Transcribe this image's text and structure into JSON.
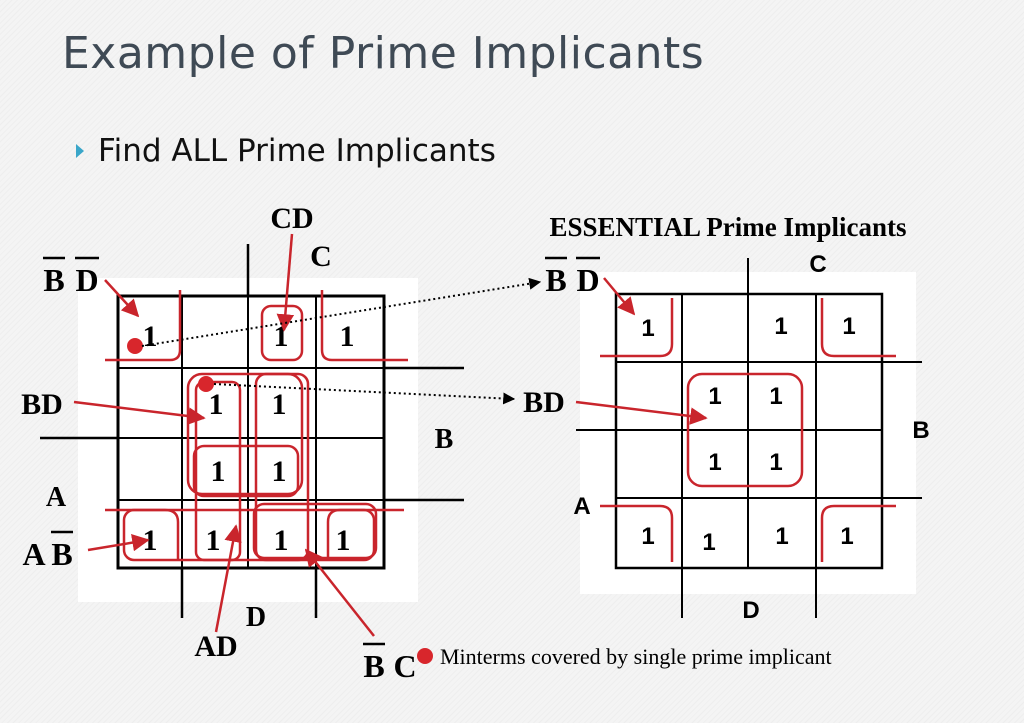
{
  "title": "Example of Prime Implicants",
  "bullet": "Find ALL Prime Implicants",
  "colors": {
    "red": "#c9252c",
    "dot": "#d8262c",
    "bullet": "#3aa6c9",
    "title": "#3f4a55"
  },
  "left_map": {
    "header_cd": "CD",
    "var_c": "C",
    "var_b": "B",
    "var_a": "A",
    "var_d": "D",
    "cells": {
      "r0c0": "1",
      "r0c2": "1",
      "r0c3": "1",
      "r1c1": "1",
      "r1c2": "1",
      "r2c1": "1",
      "r2c2": "1",
      "r3c0": "1",
      "r3c1": "1",
      "r3c2": "1",
      "r3c3": "1"
    },
    "labels": {
      "bd_bar_b": "B",
      "bd_bar_d": "D",
      "bd": "BD",
      "ab_a": "A",
      "ab_bar_b": "B",
      "ad": "AD",
      "bc_bar_b": "B",
      "bc_c": "C"
    }
  },
  "right_map": {
    "heading": "ESSENTIAL Prime Implicants",
    "var_c": "C",
    "var_b": "B",
    "var_a": "A",
    "var_d": "D",
    "cells": {
      "r0c0": "1",
      "r0c2": "1",
      "r0c3": "1",
      "r1c1": "1",
      "r1c2": "1",
      "r2c1": "1",
      "r2c2": "1",
      "r3c0": "1",
      "r3c1": "1",
      "r3c2": "1",
      "r3c3": "1"
    },
    "labels": {
      "bd_bar_b": "B",
      "bd_bar_d": "D",
      "bd": "BD"
    }
  },
  "legend": "Minterms covered by single prime implicant"
}
